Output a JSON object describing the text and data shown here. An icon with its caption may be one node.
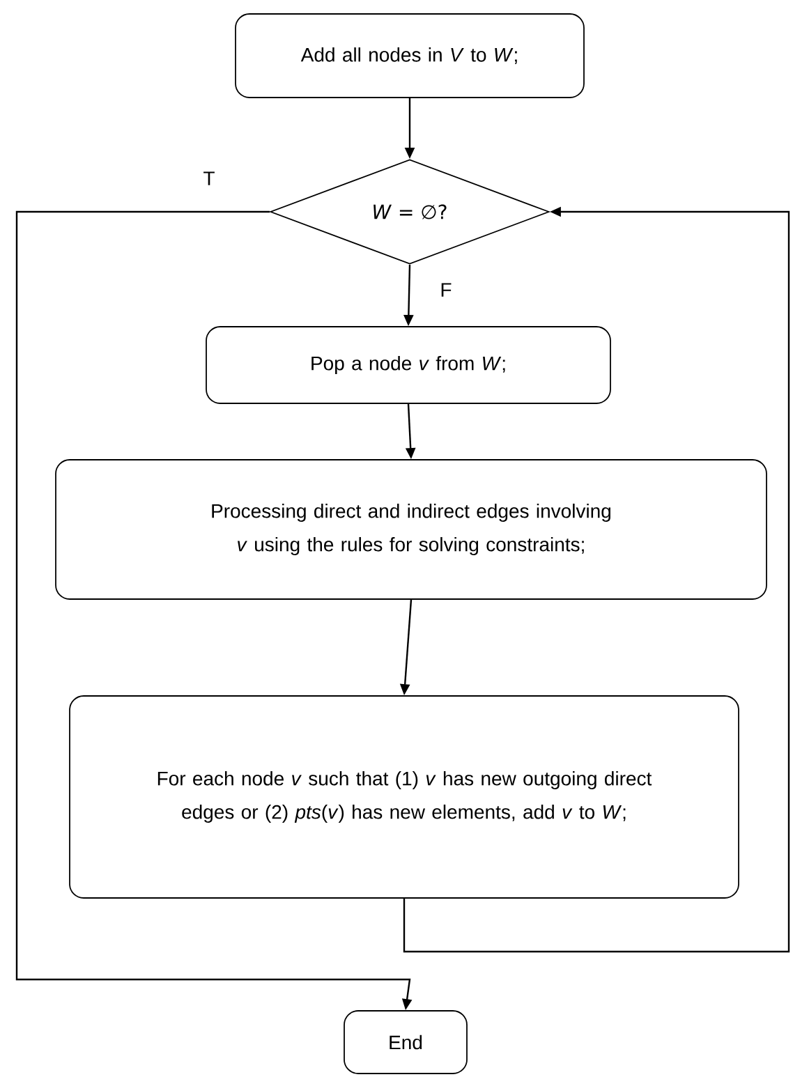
{
  "diagram": {
    "nodes": [
      {
        "text": [
          "Add all nodes in *V* to *W*;"
        ]
      },
      {
        "text": [
          "*W* = ∅?"
        ]
      },
      {
        "text": [
          "Pop a node *v* from *W*;"
        ]
      },
      {
        "text": [
          "Processing direct and indirect edges involving *v* using the rules for solving constraints;"
        ]
      },
      {
        "text": [
          "For each node *v* such that (1) *v* has new outgoing direct edges or (2) *pts*(*v*) has new elements, add *v* to *W*;"
        ]
      },
      {
        "text": [
          "End"
        ]
      }
    ],
    "edges": [
      {
        "from": 0,
        "to": 1,
        "arrow": "to"
      },
      {
        "from": 1,
        "to": 2,
        "arrow": "to",
        "label": "F"
      },
      {
        "from": 2,
        "to": 3,
        "arrow": "to"
      },
      {
        "from": 3,
        "to": 4,
        "arrow": "to"
      },
      {
        "from": 4,
        "to": 1,
        "arrow": "to"
      },
      {
        "from": 1,
        "to": 5,
        "arrow": "to",
        "label": "T"
      }
    ]
  }
}
